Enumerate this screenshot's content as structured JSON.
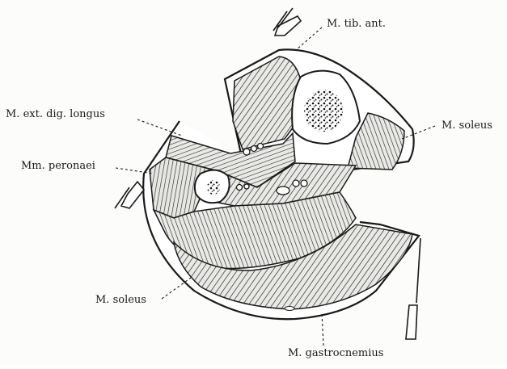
{
  "labels": {
    "tib_ant": "M. tib. ant.",
    "ext_dig_longus": "M. ext. dig. longus",
    "soleus_right": "M. soleus",
    "peronaei": "Mm. peronaei",
    "soleus_left": "M. soleus",
    "gastrocnemius": "M. gastrocnemius"
  }
}
